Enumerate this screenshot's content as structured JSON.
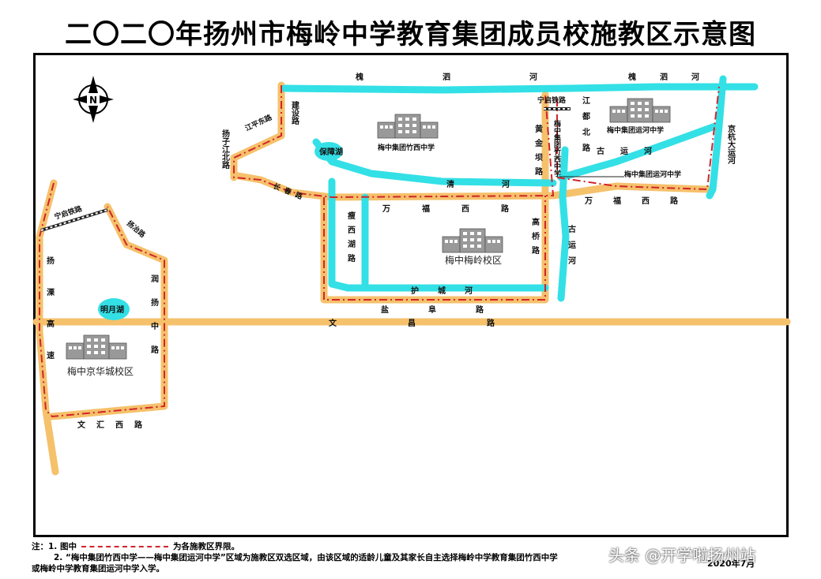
{
  "title": "二〇二〇年扬州市梅岭中学教育集团成员校施教区示意图",
  "compass": "N",
  "roads": {
    "jiangping_east": "江平东路",
    "jianshe": "建设路",
    "yangzi_jiangbei": "扬子江北路",
    "changchun": "长春路",
    "wanfu_west": "万福西路",
    "wanfu_west_east": "万福西路",
    "shouxihu": "瘦西湖路",
    "gaoqiao": "高桥路",
    "huangjinba": "黄金坝路",
    "jiangdu_north": "江都北路",
    "yanfu": "盐阜路",
    "wenchang": "文昌路",
    "wenhui_west": "文汇西路",
    "yangzhou_gaosu": "扬溧高速",
    "yangzhou_road": "扬冶路",
    "runyang_middle": "润扬中路",
    "ningqi_rail_west": "宁启铁路",
    "ningqi_rail_east": "宁启铁路"
  },
  "waters": {
    "huaisi_west": "槐泗河",
    "huaisi_east": "槐泗河",
    "qing": "清河",
    "hucheng": "护城河",
    "baozhang_lake": "保障湖",
    "mingyue_lake": "明月湖",
    "gu_canal_a": "古运河",
    "gu_canal_b": "古运河",
    "jinghang_canal": "京杭大运河"
  },
  "campuses": {
    "zhuxi": "梅中集团竹西中学",
    "yunhe": "梅中集团运河中学",
    "yunhe_b": "梅中集团运河中学",
    "meiling": "梅中梅岭校区",
    "jinghua": "梅中京华城校区",
    "zhuxi_vertical": "梅中集团竹西中学"
  },
  "notes": {
    "line1_a": "注：1. 图中",
    "line1_b": "为各施教区界限。",
    "line2": "2. “梅中集团竹西中学——梅中集团运河中学”区域为施教区双选区域，由该区域的适龄儿童及其家长自主选择梅岭中学教育集团竹西中学",
    "line3": "或梅岭中学教育集团运河中学入学。"
  },
  "date": "2020年7月",
  "watermark": "头条 @开学啦扬州站",
  "colors": {
    "road": "#f5c16b",
    "water": "#33e0e6",
    "boundary": "#d2232a",
    "building": "#888888"
  }
}
